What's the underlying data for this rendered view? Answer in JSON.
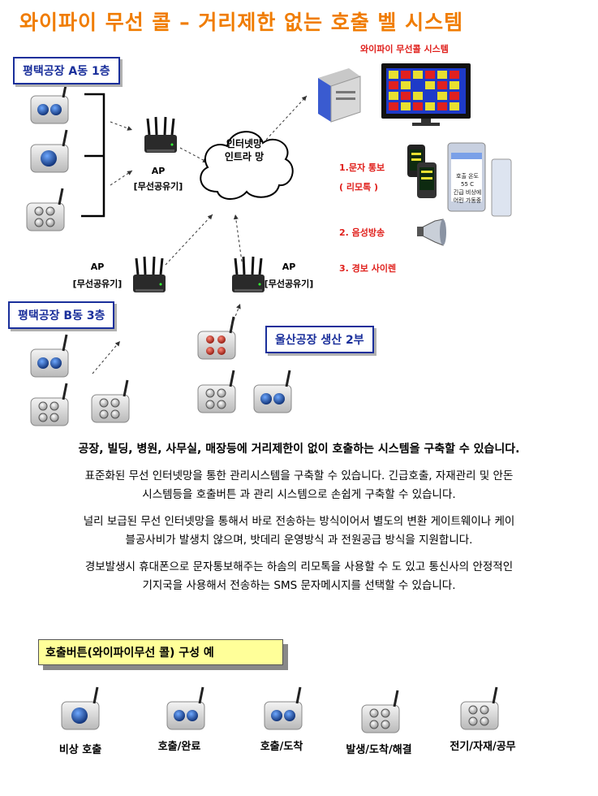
{
  "header": {
    "title": "와이파이 무선 콜 – 거리제한 없는 호출 벨  시스템",
    "system_label": "와이파이 무선콜 시스템"
  },
  "sites": {
    "a": "평택공장 A동 1층",
    "b": "평택공장 B동 3층",
    "c": "울산공장 생산 2부"
  },
  "ap": {
    "name": "AP",
    "sub": "[무선공유기]"
  },
  "network": {
    "line1": "인터넷망",
    "line2": "인트라 망"
  },
  "notify": {
    "sms": "1.문자 통보",
    "sms_sub": "( 리모톡 )",
    "voice": "2. 음성방송",
    "siren": "3. 경보 사이렌",
    "phone_screen": [
      "호출 온도",
      "55 C",
      "긴급 비상에",
      "어린 가동중"
    ]
  },
  "paragraphs": [
    "공장, 빌딩, 병원, 사무실, 매장등에 거리제한이 없이 호출하는 시스템을 구축할 수 있습니다.",
    "표준화된 무선 인터넷망을 통한 관리시스템을 구축할 수 있습니다. 긴급호출, 자재관리 및 안돈",
    "시스템등을 호출버튼 과 관리 시스템으로 손쉽게 구축할 수 있습니다.",
    "널리 보급된 무선 인터넷망을 통해서 바로 전송하는 방식이어서 별도의 변환 게이트웨이나 케이",
    "블공사비가 발생치 않으며, 밧데리 운영방식 과 전원공급 방식을 지원합니다.",
    "경보발생시 휴대폰으로 문자통보해주는 하솜의 리모톡을 사용할 수 도 있고 통신사의 안정적인",
    "기지국을 사용해서 전송하는 SMS 문자메시지를 선택할 수 있습니다."
  ],
  "config": {
    "title": "호출버튼(와이파이무선 콜) 구성 예",
    "buttons": [
      "비상 호출",
      "호출/완료",
      "호출/도착",
      "발생/도착/해결",
      "전기/자재/공무"
    ]
  },
  "colors": {
    "title": "#f07c00",
    "accent_red": "#e0201c",
    "box_border": "#1a2f9b",
    "config_bg": "#ffff99"
  }
}
